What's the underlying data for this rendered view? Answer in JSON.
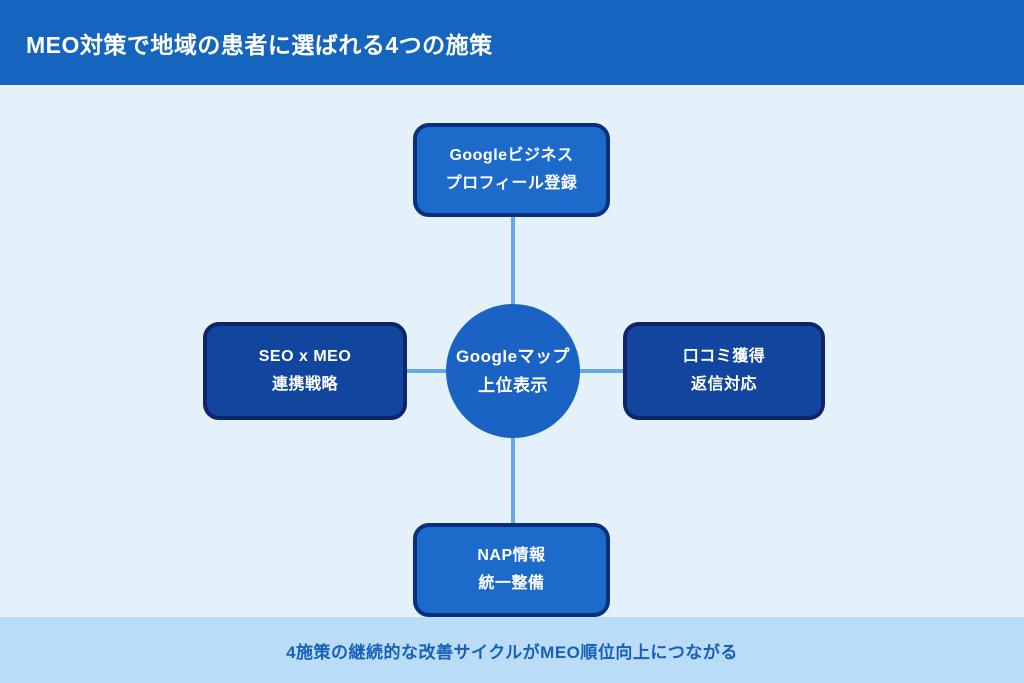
{
  "header": {
    "title": "MEO対策で地域の患者に選ばれる4つの施策"
  },
  "center": {
    "line1": "Googleマップ",
    "line2": "上位表示"
  },
  "nodes": {
    "top": {
      "line1": "Googleビジネス",
      "line2": "プロフィール登録"
    },
    "left": {
      "line1": "SEO x MEO",
      "line2": "連携戦略"
    },
    "right": {
      "line1": "口コミ獲得",
      "line2": "返信対応"
    },
    "bottom": {
      "line1": "NAP情報",
      "line2": "統一整備"
    }
  },
  "footer": {
    "caption": "4施策の継続的な改善サイクルがMEO順位向上につながる"
  },
  "colors": {
    "header_bg": "#1565bf",
    "main_bg": "#e4f1fb",
    "footer_bg": "#bbdcf7",
    "footer_text": "#1560b8",
    "node_primary_fill": "#1c6bca",
    "node_primary_border": "#0d2e7e",
    "node_dark_fill": "#11459e",
    "node_dark_border": "#10246b",
    "circle_fill": "#1b62c5",
    "connector": "#63a9e7",
    "node_text": "#ffffff"
  }
}
